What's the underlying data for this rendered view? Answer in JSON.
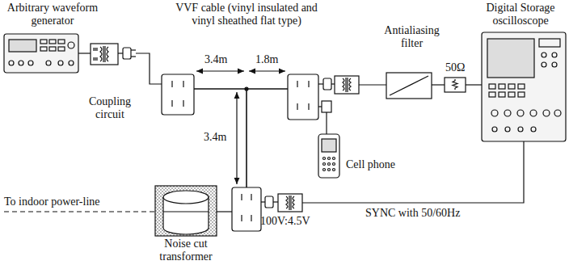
{
  "diagram": {
    "labels": [
      "Arbitrary waveform generator",
      "VVF cable (vinyl insulated and vinyl sheathed flat type)",
      "Antialiasing filter",
      "Digital Storage oscilloscope",
      "Coupling circuit",
      "3.4m",
      "1.8m",
      "3.4m",
      "50Ω",
      "Cell phone",
      "To indoor power-line",
      "Noise cut transformer",
      "100V:4.5V",
      "SYNC with 50/60Hz"
    ]
  }
}
